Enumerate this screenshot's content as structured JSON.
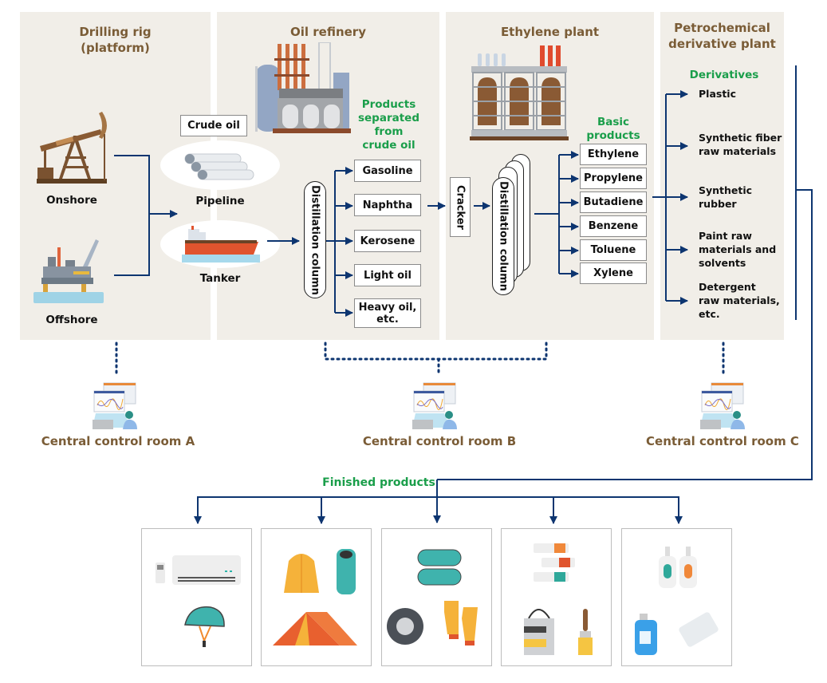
{
  "panels": {
    "drilling": {
      "title_line1": "Drilling rig",
      "title_line2": "(platform)"
    },
    "refinery": {
      "title": "Oil refinery"
    },
    "ethylene": {
      "title": "Ethylene plant"
    },
    "derivative": {
      "title_line1": "Petrochemical",
      "title_line2": "derivative plant"
    }
  },
  "sources": {
    "onshore": "Onshore",
    "offshore": "Offshore"
  },
  "transport": {
    "crude_oil": "Crude oil",
    "pipeline": "Pipeline",
    "tanker": "Tanker"
  },
  "refinery": {
    "products_heading": [
      "Products",
      "separated",
      "from",
      "crude oil"
    ],
    "distillation_column": "Distillation column",
    "products": [
      "Gasoline",
      "Naphtha",
      "Kerosene",
      "Light oil",
      "Heavy oil,",
      "etc."
    ]
  },
  "ethylene": {
    "cracker": "Cracker",
    "distillation_column": "Distillation column",
    "basic_heading": [
      "Basic",
      "products"
    ],
    "basic_products": [
      "Ethylene",
      "Propylene",
      "Butadiene",
      "Benzene",
      "Toluene",
      "Xylene"
    ]
  },
  "derivative": {
    "heading": "Derivatives",
    "items": [
      [
        "Plastic"
      ],
      [
        "Synthetic fiber",
        "raw materials"
      ],
      [
        "Synthetic",
        "rubber"
      ],
      [
        "Paint raw",
        "materials and",
        "solvents"
      ],
      [
        "Detergent",
        "raw materials,",
        "etc."
      ]
    ]
  },
  "control_rooms": [
    "Central control room A",
    "Central control room B",
    "Central control room C"
  ],
  "finished": {
    "heading": "Finished products",
    "groups": [
      {
        "icons": [
          "air-conditioner-icon",
          "remote-control-icon",
          "helmet-icon"
        ]
      },
      {
        "icons": [
          "jacket-icon",
          "sleeping-bag-icon",
          "tent-icon"
        ]
      },
      {
        "icons": [
          "slippers-icon",
          "tire-icon",
          "gloves-icon"
        ]
      },
      {
        "icons": [
          "paint-tubes-icon",
          "paint-bucket-icon",
          "paintbrush-icon"
        ]
      },
      {
        "icons": [
          "pump-bottles-icon",
          "detergent-bottle-icon",
          "pill-pack-icon"
        ]
      }
    ]
  },
  "colors": {
    "panel_bg": "#f1eee8",
    "title_brown": "#7a5c36",
    "heading_green": "#1a9e4a",
    "arrow_navy": "#0d3570"
  }
}
